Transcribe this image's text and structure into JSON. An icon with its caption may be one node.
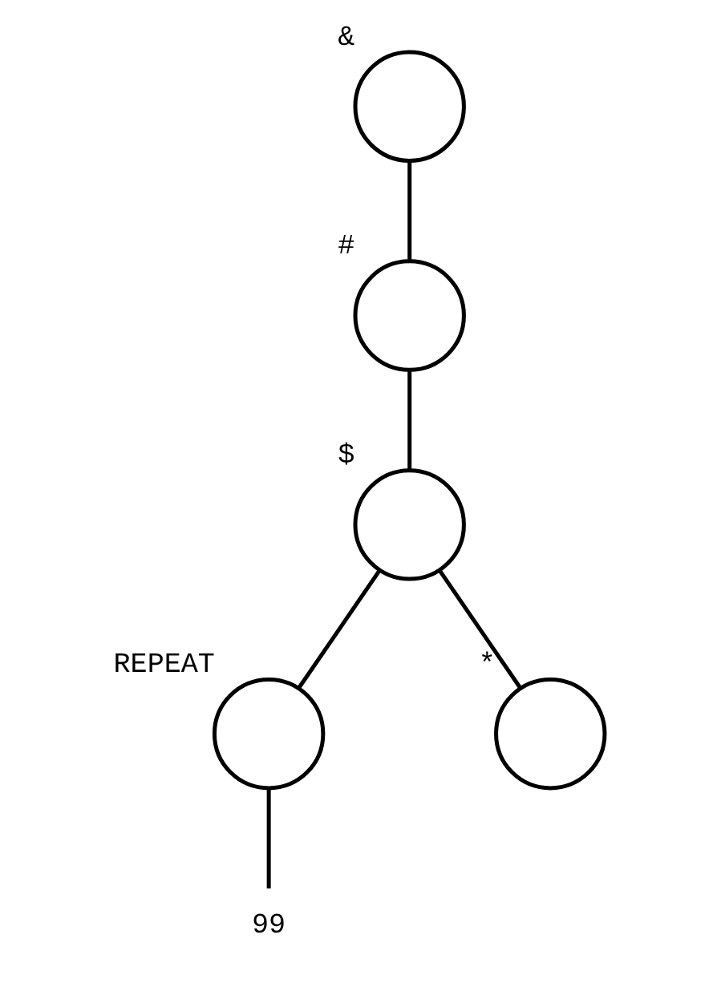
{
  "diagram": {
    "nodes": [
      {
        "text": [],
        "shape": "circle",
        "beside": [
          "&"
        ]
      },
      {
        "text": [],
        "shape": "circle",
        "beside": [
          "#"
        ]
      },
      {
        "text": [],
        "shape": "circle",
        "beside": [
          "$"
        ]
      },
      {
        "text": [],
        "shape": "circle",
        "beside": [
          "REPEAT"
        ]
      },
      {
        "text": [],
        "shape": "circle",
        "beside": [
          "*"
        ]
      },
      {
        "text": [
          "99"
        ]
      }
    ],
    "edges": [
      {
        "from": 0,
        "to": 1,
        "arrow": "none"
      },
      {
        "from": 1,
        "to": 2,
        "arrow": "none"
      },
      {
        "from": 2,
        "to": 3,
        "arrow": "none"
      },
      {
        "from": 2,
        "to": 4,
        "arrow": "none"
      },
      {
        "from": 3,
        "to": 5,
        "arrow": "none"
      }
    ]
  }
}
